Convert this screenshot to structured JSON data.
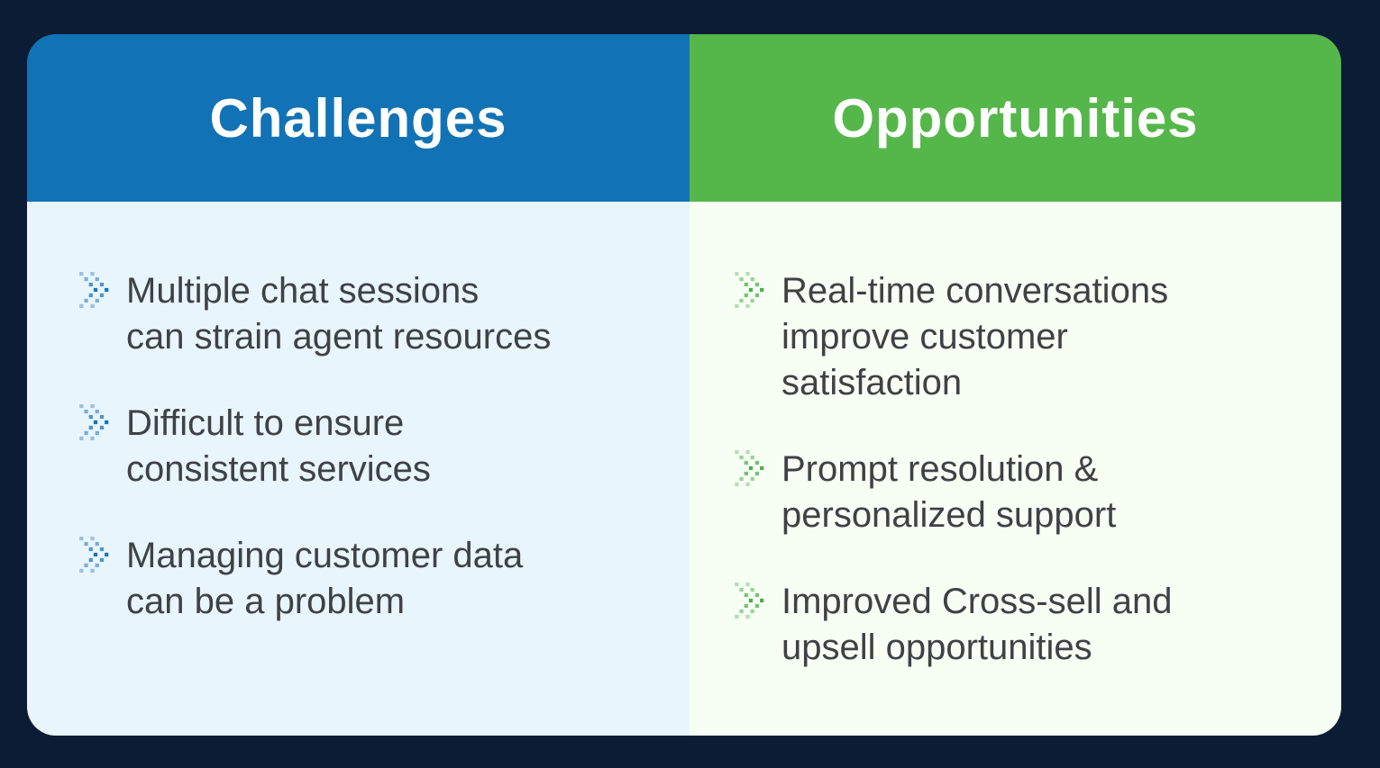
{
  "background_color": "#0b1c34",
  "card": {
    "columns": [
      {
        "id": "challenges",
        "title": "Challenges",
        "header_color": "#1173b5",
        "body_color": "#e9f5fd",
        "bullet_color": "#1b74b8",
        "bullet_icon": "dotted-double-chevron-right-icon",
        "items": [
          {
            "lines": [
              "Multiple chat sessions",
              "can strain agent resources"
            ]
          },
          {
            "lines": [
              "Difficult to ensure",
              "consistent services"
            ]
          },
          {
            "lines": [
              "Managing customer data",
              "can be a problem"
            ]
          }
        ]
      },
      {
        "id": "opportunities",
        "title": "Opportunities",
        "header_color": "#55b74a",
        "body_color": "#f7fff4",
        "bullet_color": "#4cae4f",
        "bullet_icon": "dotted-double-chevron-right-icon",
        "items": [
          {
            "lines": [
              "Real-time conversations",
              "improve customer",
              "satisfaction"
            ]
          },
          {
            "lines": [
              "Prompt resolution &",
              "personalized support"
            ]
          },
          {
            "lines": [
              "Improved Cross-sell and",
              "upsell opportunities"
            ]
          }
        ]
      }
    ]
  }
}
